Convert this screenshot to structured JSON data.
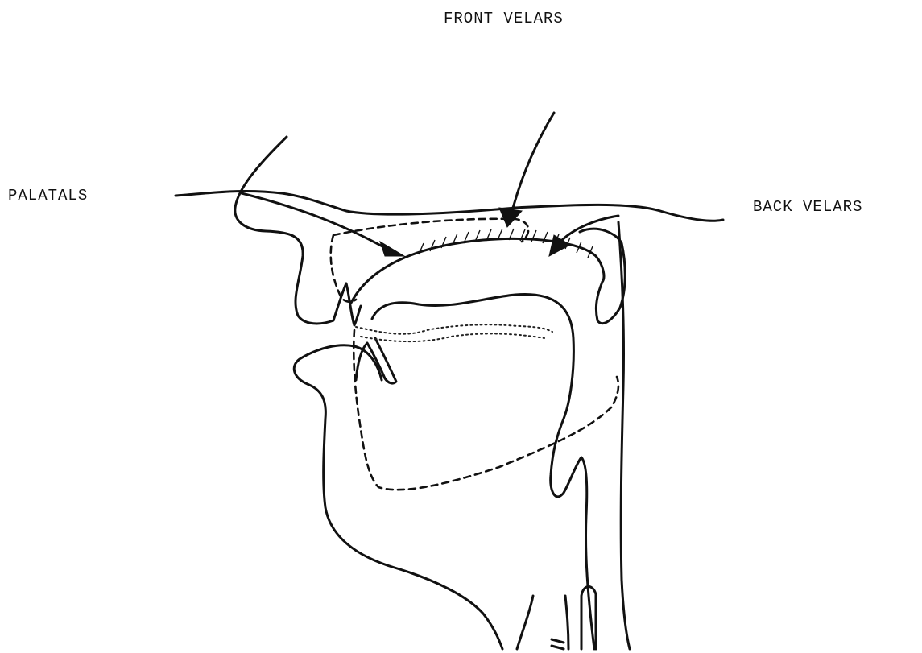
{
  "labels": {
    "front_velars": "FRONT VELARS",
    "palatals": "PALATALS",
    "back_velars": "BACK VELARS"
  },
  "colors": {
    "ink": "#111111",
    "background": "#ffffff"
  }
}
